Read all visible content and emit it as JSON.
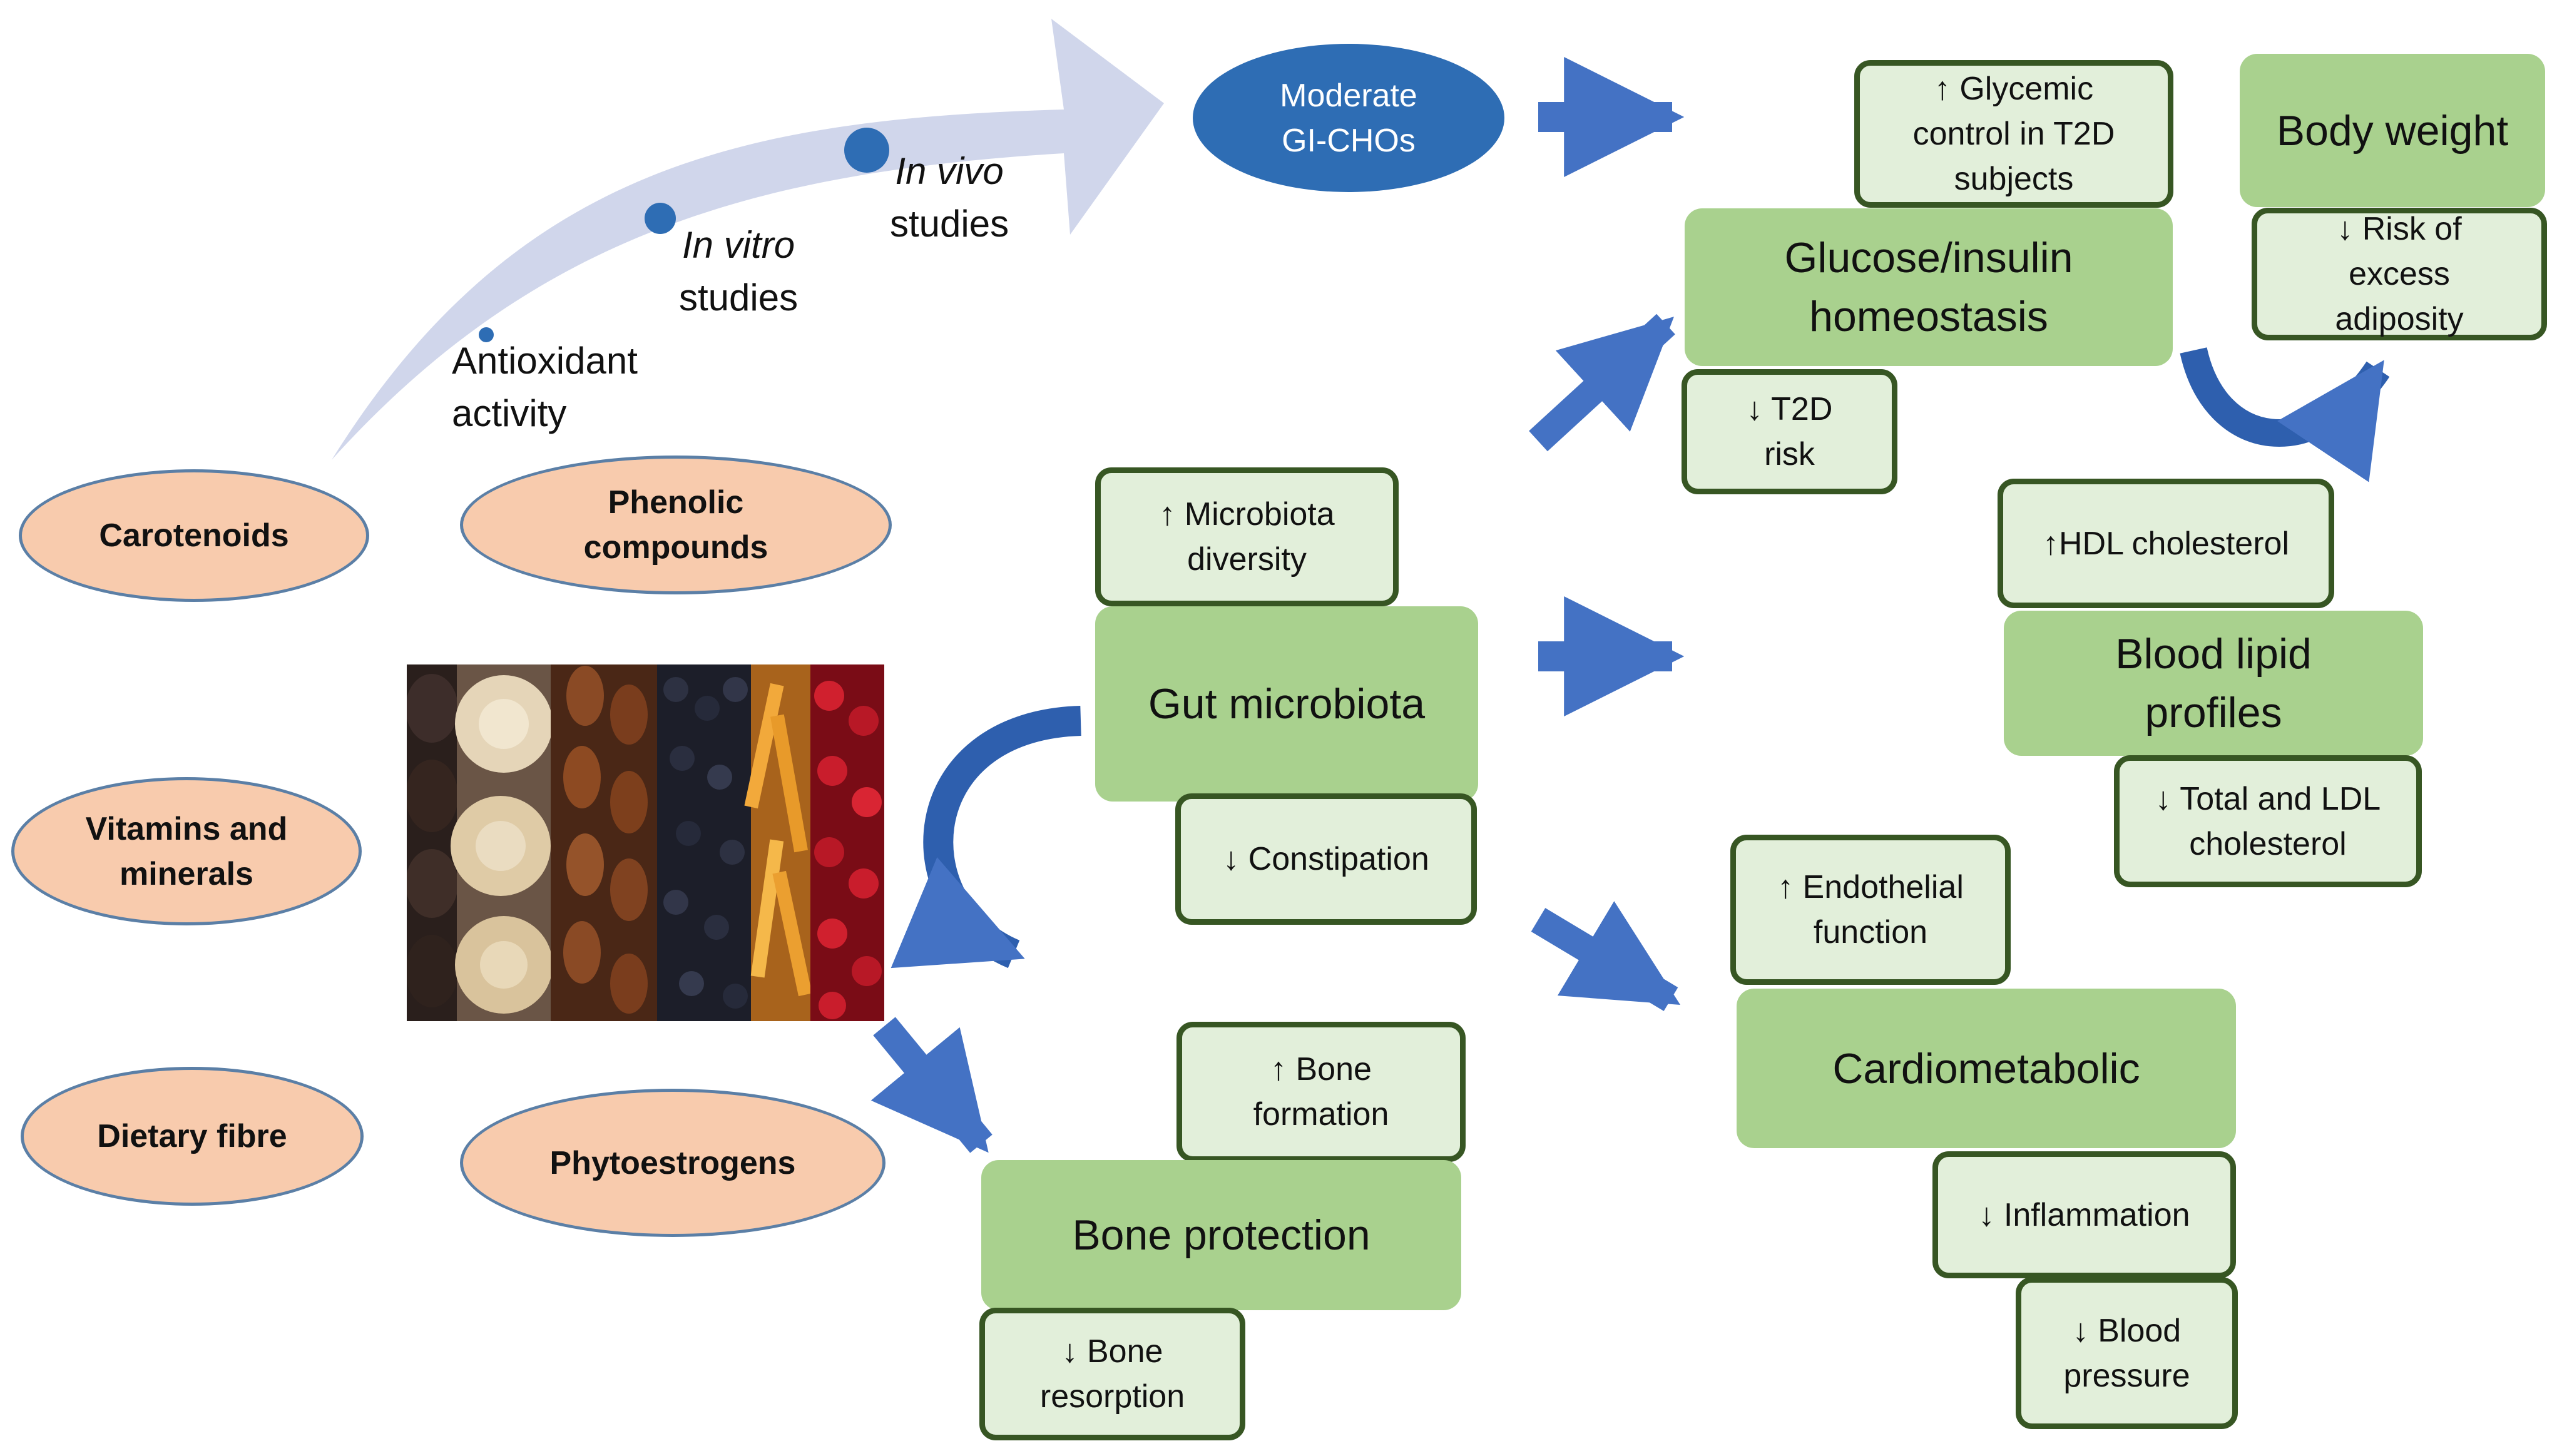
{
  "progression": {
    "antioxidant": "Antioxidant\nactivity",
    "in_vitro_em": "In vitro",
    "in_vitro_rest": "studies",
    "in_vivo_em": "In vivo",
    "in_vivo_rest": "studies"
  },
  "moderate_gi": "Moderate\nGI-CHOs",
  "compounds": {
    "carotenoids": "Carotenoids",
    "phenolic": "Phenolic\ncompounds",
    "vitamins": "Vitamins and\nminerals",
    "fibre": "Dietary fibre",
    "phytoestrogens": "Phytoestrogens"
  },
  "glucose": {
    "main": "Glucose/insulin\nhomeostasis",
    "glycemic": "↑ Glycemic\ncontrol in T2D\nsubjects",
    "t2d": "↓ T2D\nrisk"
  },
  "body_weight": {
    "main": "Body weight",
    "adiposity": "↓ Risk of\nexcess\nadiposity"
  },
  "gut": {
    "main": "Gut microbiota",
    "diversity": "↑ Microbiota\ndiversity",
    "constipation": "↓ Constipation"
  },
  "lipid": {
    "main": "Blood lipid\nprofiles",
    "hdl": "↑HDL cholesterol",
    "ldl": "↓ Total and LDL\ncholesterol"
  },
  "cardio": {
    "main": "Cardiometabolic",
    "endothelial": "↑ Endothelial\nfunction",
    "inflammation": "↓ Inflammation",
    "pressure": "↓ Blood\npressure"
  },
  "bone": {
    "main": "Bone protection",
    "formation": "↑ Bone\nformation",
    "resorption": "↓ Bone\nresorption"
  },
  "colors": {
    "arrow_blue": "#4472c4",
    "dot_blue": "#2e6db4",
    "green_main": "#a9d18e",
    "green_light": "#e2efda",
    "green_border": "#375623",
    "peach": "#f8cbad",
    "curved_band": "#d0d6eb"
  },
  "icons": {
    "dried_fruit_photo": "dried-fruit-photo"
  }
}
